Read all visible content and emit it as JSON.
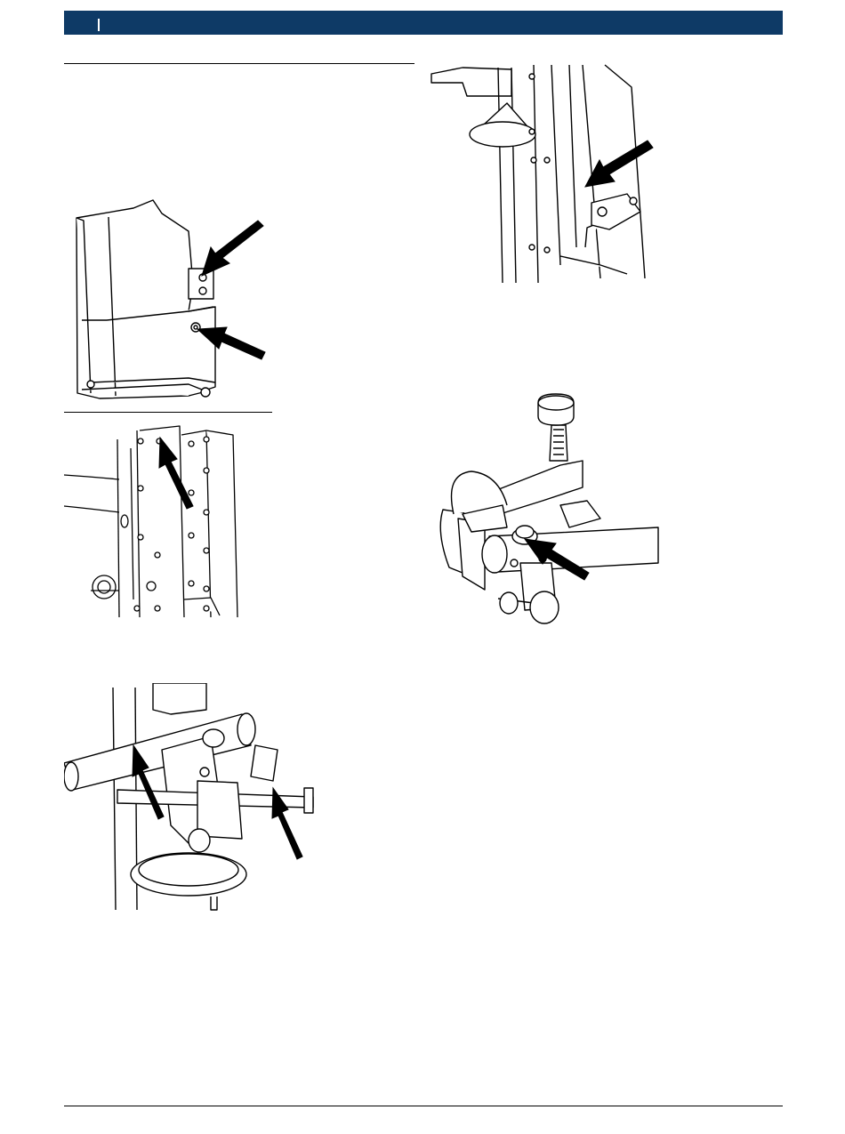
{
  "header": {
    "bar_color": "#0e3a66"
  },
  "figures": [
    {
      "id": "fig-column-base",
      "icon": "column-base-drawing"
    },
    {
      "id": "fig-column-top",
      "icon": "column-cone-drawing"
    },
    {
      "id": "fig-column-plate",
      "icon": "column-plate-drawing"
    },
    {
      "id": "fig-arm-knob",
      "icon": "arm-knob-drawing"
    },
    {
      "id": "fig-arm-assembly",
      "icon": "arm-assembly-drawing"
    }
  ]
}
